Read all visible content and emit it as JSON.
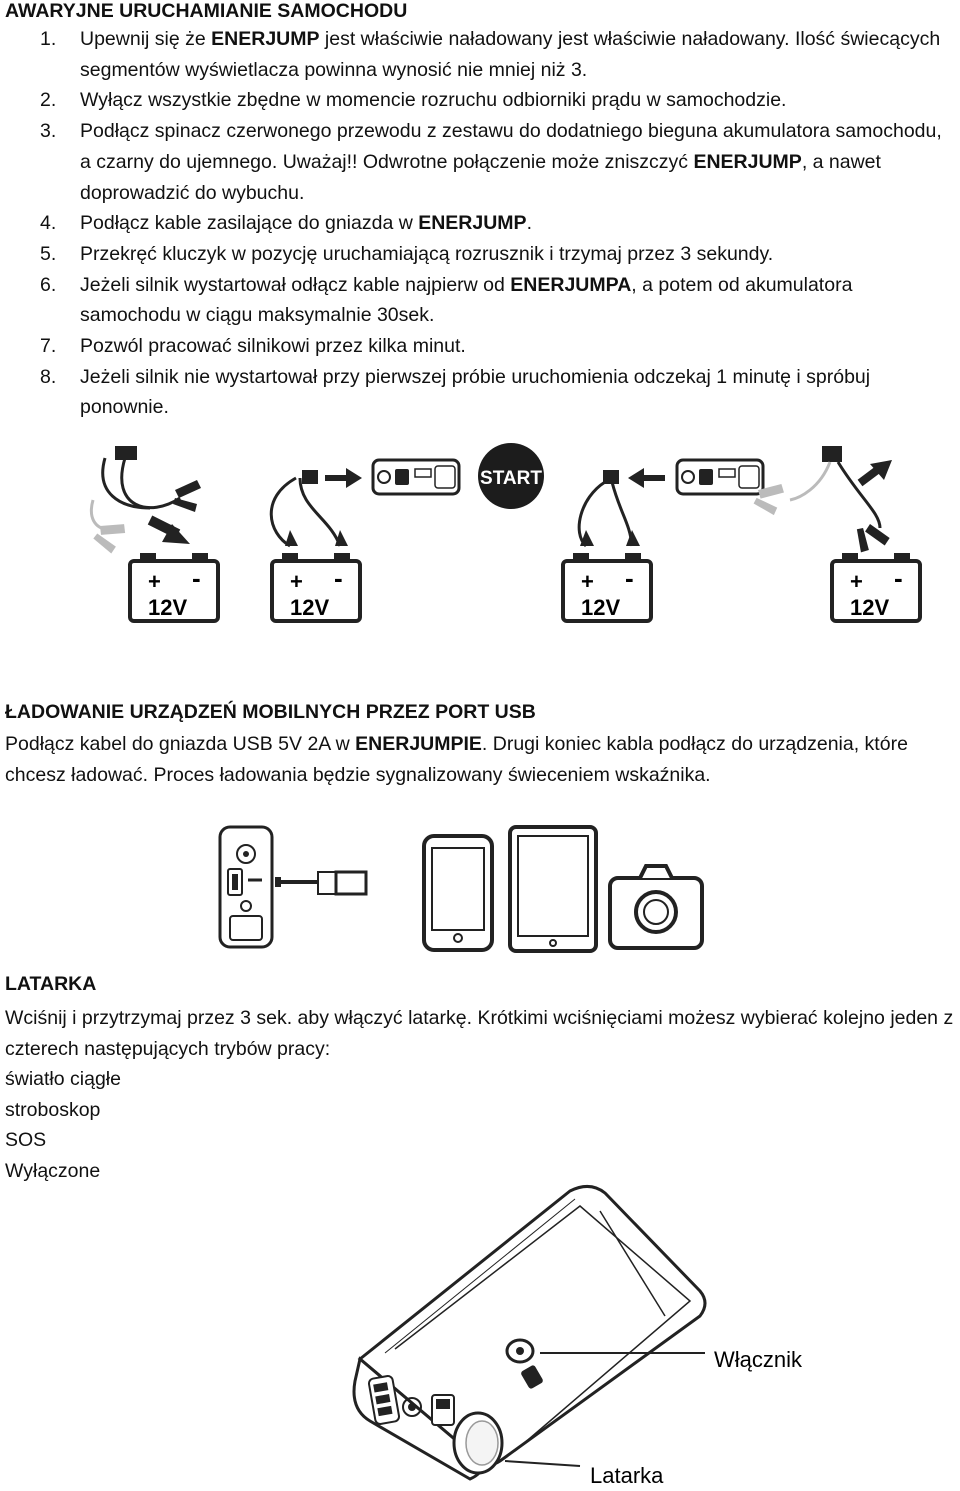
{
  "section1": {
    "title": "AWARYJNE URUCHAMIANIE SAMOCHODU",
    "steps": [
      {
        "num": "1.",
        "parts": [
          "Upewnij się że ",
          "ENERJUMP",
          " jest właściwie naładowany jest właściwie naładowany. Ilość świecących segmentów wyświetlacza powinna wynosić nie mniej niż 3."
        ]
      },
      {
        "num": "2.",
        "parts": [
          "Wyłącz wszystkie zbędne w momencie rozruchu odbiorniki prądu w samochodzie."
        ]
      },
      {
        "num": "3.",
        "parts": [
          "Podłącz spinacz czerwonego przewodu z zestawu do dodatniego bieguna akumulatora samochodu, a czarny do ujemnego. Uważaj!! Odwrotne połączenie może zniszczyć ",
          "ENERJUMP",
          ", a nawet doprowadzić do wybuchu."
        ]
      },
      {
        "num": "4.",
        "parts": [
          "Podłącz kable zasilające do gniazda w ",
          "ENERJUMP",
          "."
        ]
      },
      {
        "num": "5.",
        "parts": [
          "Przekręć kluczyk w pozycję uruchamiającą rozrusznik i trzymaj przez 3 sekundy."
        ]
      },
      {
        "num": "6.",
        "parts": [
          "Jeżeli silnik wystartował odłącz kable najpierw od ",
          "ENERJUMPA",
          ", a potem od akumulatora samochodu w ciągu maksymalnie 30sek."
        ]
      },
      {
        "num": "7.",
        "parts": [
          "Pozwól pracować silnikowi przez kilka minut."
        ]
      },
      {
        "num": "8.",
        "parts": [
          "Jeżeli silnik nie wystartował przy pierwszej próbie uruchomienia odczekaj 1 minutę i spróbuj ponownie."
        ]
      }
    ]
  },
  "figure1": {
    "battery_label": "12V",
    "plus": "+",
    "minus": "-",
    "start_label": "START"
  },
  "section2": {
    "title": "ŁADOWANIE URZĄDZEŃ MOBILNYCH PRZEZ PORT USB",
    "p1": "Podłącz kabel do gniazda USB 5V 2A w ",
    "p1_bold": "ENERJUMPIE",
    "p1_end": ". Drugi koniec kabla podłącz do urządzenia, które chcesz ładować. Proces ładowania będzie sygnalizowany świeceniem wskaźnika."
  },
  "section3": {
    "title": "LATARKA",
    "p1": "Wciśnij i przytrzymaj przez 3 sek. aby włączyć latarkę. Krótkimi wciśnięciami możesz wybierać kolejno jeden z czterech następujących trybów pracy:",
    "modes": [
      "światło ciągłe",
      "stroboskop",
      "SOS",
      "Wyłączone"
    ]
  },
  "figure3": {
    "power_label": "Włącznik",
    "torch_label": "Latarka"
  }
}
